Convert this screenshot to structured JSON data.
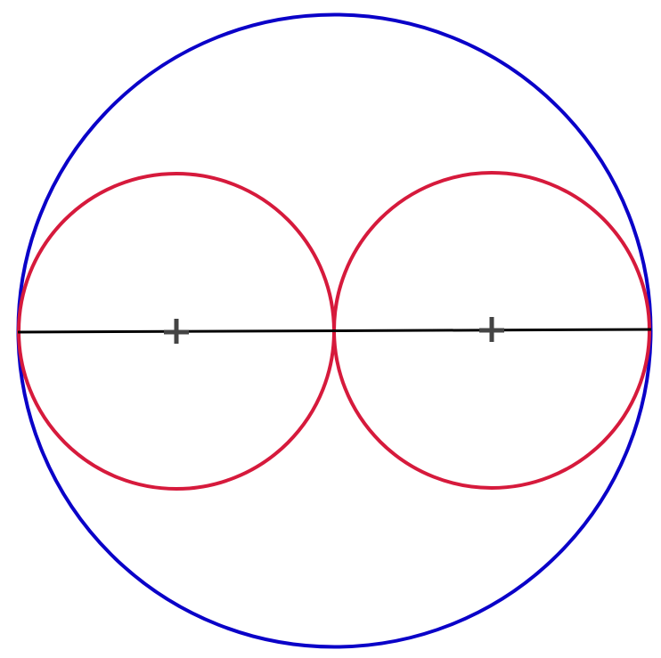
{
  "diagram": {
    "colors": {
      "outer_circle": "#0a00c8",
      "inner_circles": "#d61a3c",
      "diameter_line": "#000000",
      "center_marks": "#444444",
      "background": "#ffffff"
    },
    "elements": {
      "outer_circle": "circle",
      "inner_circles": [
        "circle",
        "circle"
      ],
      "diameter_line": "line",
      "center_marks": [
        "plus-icon",
        "plus-icon"
      ]
    }
  }
}
